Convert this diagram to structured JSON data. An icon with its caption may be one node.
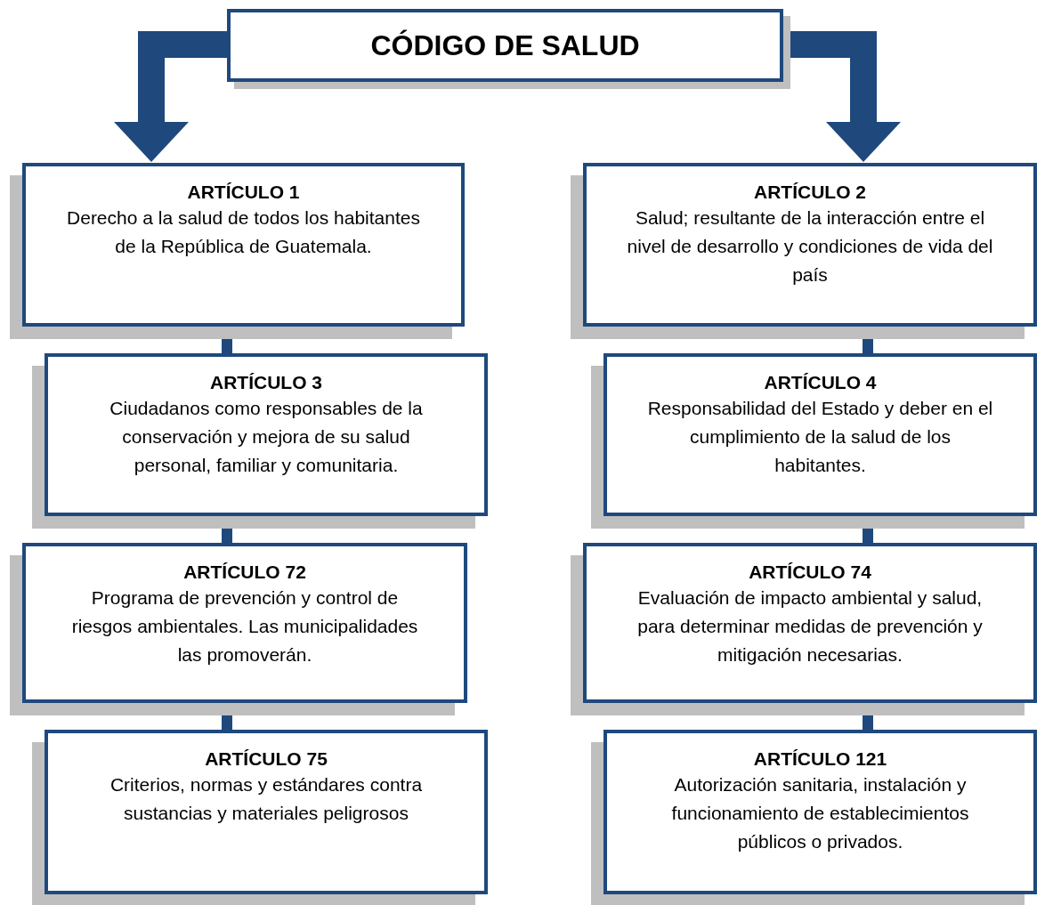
{
  "diagram": {
    "nodes": [
      {
        "text": [
          "CÓDIGO DE SALUD"
        ]
      },
      {
        "text": [
          "ARTÍCULO 1",
          "Derecho a la salud de todos los habitantes de la República de Guatemala."
        ]
      },
      {
        "text": [
          "ARTÍCULO 2",
          "Salud; resultante de la interacción entre el nivel de desarrollo y condiciones de vida del país"
        ]
      },
      {
        "text": [
          "ARTÍCULO 3",
          "Ciudadanos como responsables de la conservación y mejora de su salud personal, familiar y comunitaria."
        ]
      },
      {
        "text": [
          "ARTÍCULO 4",
          "Responsabilidad del Estado y deber en el cumplimiento de la salud de los habitantes."
        ]
      },
      {
        "text": [
          "ARTÍCULO 72",
          "Programa de prevención y control de riesgos ambientales. Las municipalidades las promoverán."
        ]
      },
      {
        "text": [
          "ARTÍCULO 74",
          "Evaluación de impacto ambiental y salud, para determinar medidas de prevención y mitigación necesarias."
        ]
      },
      {
        "text": [
          "ARTÍCULO 75",
          "Criterios, normas y estándares contra sustancias y materiales peligrosos"
        ]
      },
      {
        "text": [
          "ARTÍCULO 121",
          "Autorización sanitaria, instalación y funcionamiento de establecimientos públicos o privados."
        ]
      }
    ],
    "edges": [
      {
        "from": 0,
        "to": 1,
        "arrow": "to",
        "style": "thick"
      },
      {
        "from": 0,
        "to": 2,
        "arrow": "to",
        "style": "thick"
      },
      {
        "from": 1,
        "to": 3,
        "arrow": "none"
      },
      {
        "from": 3,
        "to": 5,
        "arrow": "none"
      },
      {
        "from": 5,
        "to": 7,
        "arrow": "none"
      },
      {
        "from": 2,
        "to": 4,
        "arrow": "none"
      },
      {
        "from": 4,
        "to": 6,
        "arrow": "none"
      },
      {
        "from": 6,
        "to": 8,
        "arrow": "none"
      }
    ]
  }
}
